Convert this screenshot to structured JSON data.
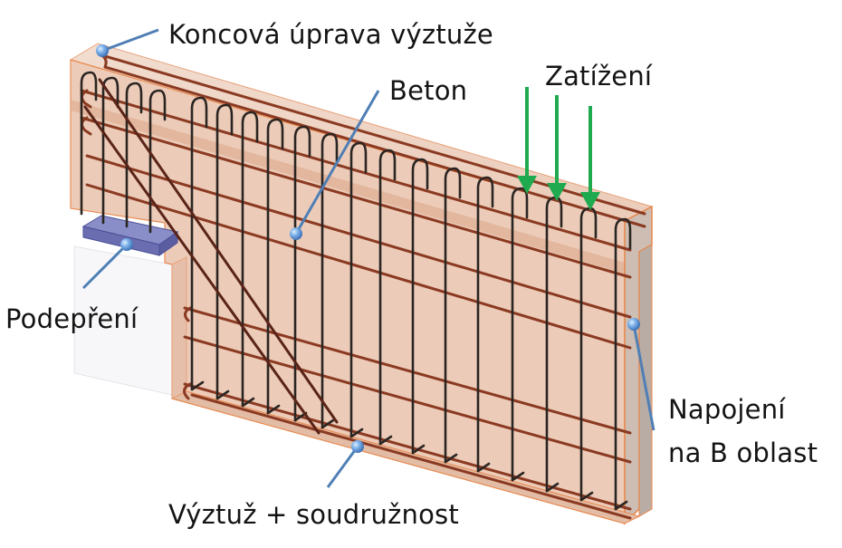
{
  "diagram": {
    "title": "Reinforced concrete beam region model",
    "colors": {
      "concrete_fill": "#e9c7b4",
      "concrete_dark": "#d9ab92",
      "concrete_edge": "#e8864a",
      "end_face": "#c9bcb4",
      "rebar_longitudinal": "#8b3a22",
      "rebar_stirrup": "#2b2522",
      "support_plate": "#6f74b8",
      "load_arrow": "#1faa4f",
      "leader_line": "#4f7fb5",
      "leader_dot": "#6fa4e0"
    },
    "labels": {
      "end_anchorage": "Koncová úprava výztuže",
      "concrete": "Beton",
      "load": "Zatížení",
      "support": "Podepření",
      "reinforcement_bond": "Výztuž + soudružnost",
      "connection_line1": "Napojení",
      "connection_line2": "na B oblast"
    },
    "callouts": [
      {
        "id": "end_anchorage",
        "dot": [
          113,
          56
        ],
        "line_to": [
          175,
          33
        ]
      },
      {
        "id": "concrete",
        "dot": [
          327,
          258
        ],
        "line_to": [
          418,
          100
        ]
      },
      {
        "id": "support",
        "dot": [
          140,
          270
        ],
        "line_to": [
          92,
          318
        ]
      },
      {
        "id": "reinforcement_bond",
        "dot": [
          395,
          493
        ],
        "line_to": [
          362,
          538
        ]
      },
      {
        "id": "connection",
        "dot": [
          700,
          358
        ],
        "line_to": [
          722,
          475
        ]
      }
    ],
    "load_arrows": 3,
    "stirrup_count": 19
  }
}
